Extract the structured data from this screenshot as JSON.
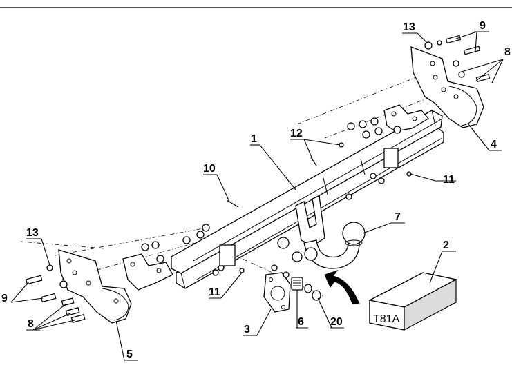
{
  "callouts": {
    "c1": "1",
    "c2": "2",
    "c3": "3",
    "c4": "4",
    "c5": "5",
    "c6": "6",
    "c7": "7",
    "c8_left": "8",
    "c8_right": "8",
    "c9_left": "9",
    "c9_right": "9",
    "c10": "10",
    "c11_left": "11",
    "c11_right": "11",
    "c12": "12",
    "c13_left": "13",
    "c13_right": "13",
    "c20": "20"
  },
  "package": {
    "label": "T81A"
  },
  "colors": {
    "ink": "#000000",
    "paper": "#ffffff",
    "package_fill": "#dcdcdc"
  }
}
